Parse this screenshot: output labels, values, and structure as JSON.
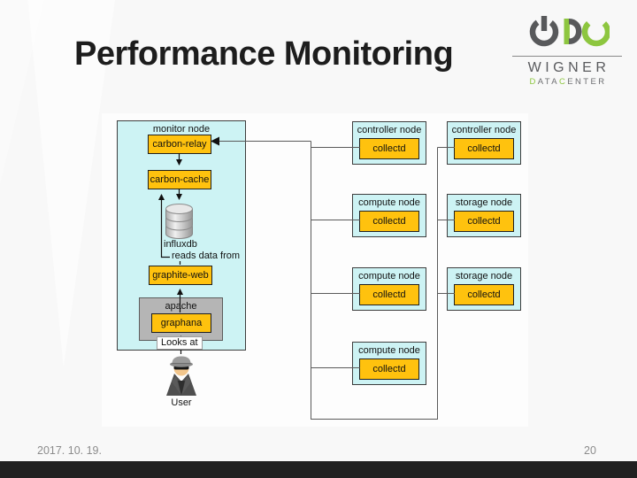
{
  "slide": {
    "title": "Performance Monitoring",
    "date": "2017. 10. 19.",
    "page_number": "20"
  },
  "logo": {
    "wordmark": "WIGNER",
    "datacenter": {
      "d": "D",
      "ata": "ATA",
      "c": "C",
      "enter": "ENTER"
    },
    "colors": {
      "gray": "#5a5b5e",
      "green": "#8dc63f"
    },
    "icons": {
      "mark": "wdc-power-monogram"
    }
  },
  "diagram": {
    "monitor_node": {
      "label": "monitor node",
      "carbon_relay": "carbon-relay",
      "carbon_cache": "carbon-cache",
      "influxdb_label": "influxdb",
      "reads_label": "reads data from",
      "graphite_web": "graphite-web",
      "apache_label": "apache",
      "graphana": "graphana",
      "looks_label": "Looks at",
      "user_label": "User"
    },
    "nodes": [
      {
        "label": "controller node",
        "service": "collectd"
      },
      {
        "label": "compute node",
        "service": "collectd"
      },
      {
        "label": "compute node",
        "service": "collectd"
      },
      {
        "label": "compute node",
        "service": "collectd"
      },
      {
        "label": "controller node",
        "service": "collectd"
      },
      {
        "label": "storage node",
        "service": "collectd"
      },
      {
        "label": "storage node",
        "service": "collectd"
      }
    ],
    "icons": {
      "database": "database-cylinder",
      "user": "spy-user"
    },
    "colors": {
      "node_fill": "#cdf3f4",
      "service_fill": "#ffc20e",
      "apache_fill": "#b5b5b5",
      "wire": "#5a5a5a",
      "arrow": "#111111"
    }
  }
}
